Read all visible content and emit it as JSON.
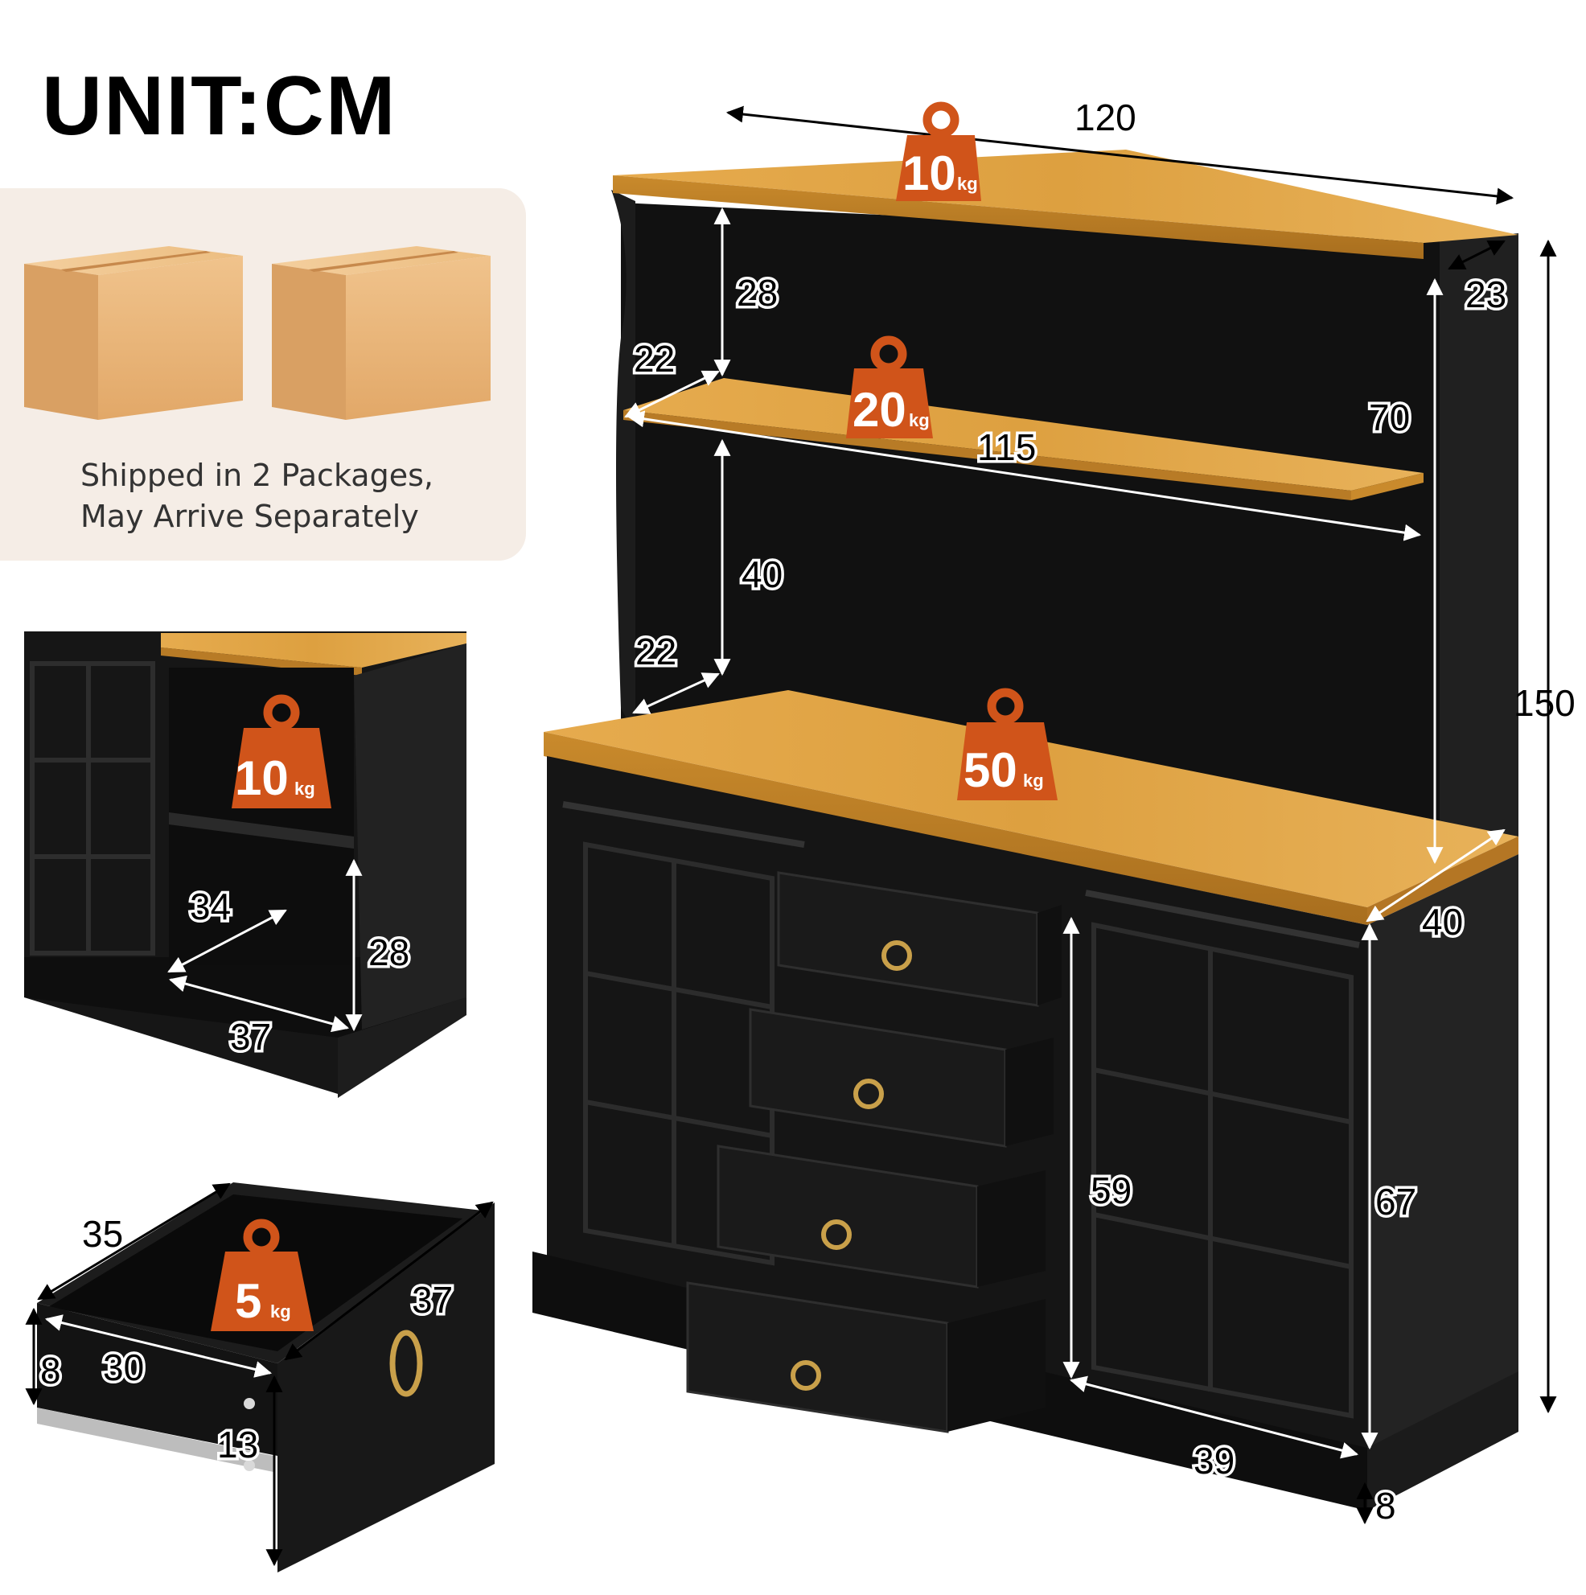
{
  "title": "UNIT:CM",
  "packages": {
    "line1": "Shipped in 2 Packages,",
    "line2": "May Arrive Separately"
  },
  "colors": {
    "cabinet": "#161616",
    "wood": "#e0a444",
    "weight_badge": "#d0541a",
    "box": "#e9b57a",
    "panel": "#f5ede6"
  },
  "weights": {
    "top_shelf": "10",
    "middle_shelf": "20",
    "countertop": "50",
    "cubby_shelf": "10",
    "drawer": "5",
    "unit": "kg"
  },
  "dimensions": {
    "total_width": "120",
    "top_depth": "23",
    "total_height": "150",
    "upper_gap_top": "28",
    "upper_gap_bottom": "40",
    "shelf_depth_upper": "22",
    "shelf_depth_lower": "22",
    "shelf_width": "115",
    "hutch_height": "70",
    "cabinet_depth": "40",
    "cabinet_height": "67",
    "inner_height": "59",
    "inner_depth": "39",
    "base_height": "8",
    "cubby_depth": "34",
    "cubby_height": "28",
    "cubby_width": "37",
    "drawer_width": "35",
    "drawer_depth": "37",
    "drawer_height": "8",
    "drawer_inner_width": "30",
    "drawer_front_height": "13"
  }
}
